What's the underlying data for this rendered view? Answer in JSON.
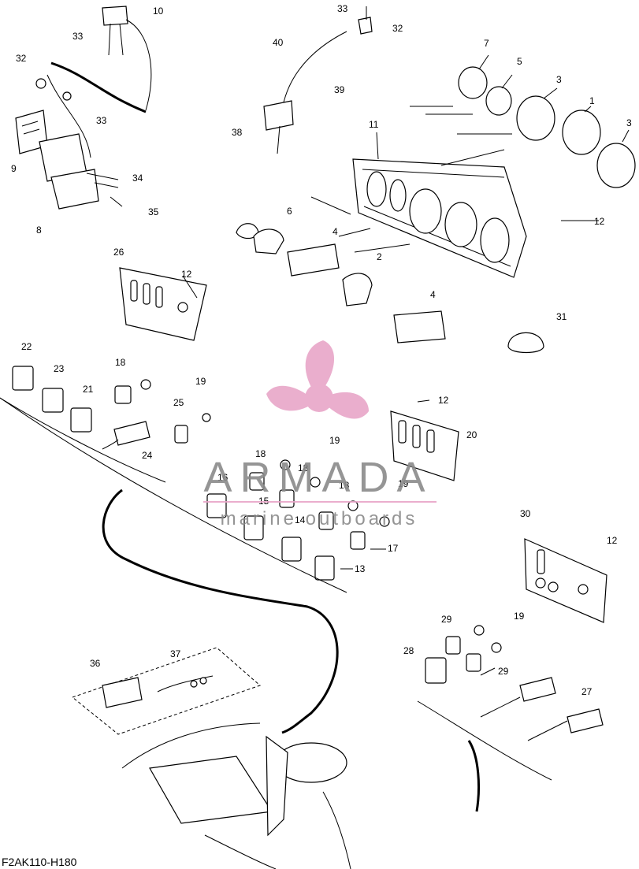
{
  "diagram": {
    "code": "F2AK110-H180",
    "callouts": {
      "c1": "1",
      "c2": "2",
      "c3a": "3",
      "c3b": "3",
      "c4a": "4",
      "c4b": "4",
      "c5": "5",
      "c6": "6",
      "c7": "7",
      "c8": "8",
      "c9": "9",
      "c10": "10",
      "c11": "11",
      "c12a": "12",
      "c12b": "12",
      "c12c": "12",
      "c12d": "12",
      "c13": "13",
      "c14": "14",
      "c15": "15",
      "c16": "16",
      "c17": "17",
      "c18a": "18",
      "c18b": "18",
      "c18c": "18",
      "c18d": "18",
      "c19a": "19",
      "c19b": "19",
      "c19c": "19",
      "c19d": "19",
      "c20": "20",
      "c21": "21",
      "c22": "22",
      "c23": "23",
      "c24": "24",
      "c25": "25",
      "c26": "26",
      "c27": "27",
      "c28": "28",
      "c29a": "29",
      "c29b": "29",
      "c30": "30",
      "c31": "31",
      "c32a": "32",
      "c32b": "32",
      "c33a": "33",
      "c33b": "33",
      "c33c": "33",
      "c34": "34",
      "c35": "35",
      "c36": "36",
      "c37": "37",
      "c38": "38",
      "c39": "39",
      "c40": "40"
    }
  },
  "watermark": {
    "brand": "ARMADA",
    "tagline": "marine outboards",
    "color": "#e8a6c8"
  }
}
